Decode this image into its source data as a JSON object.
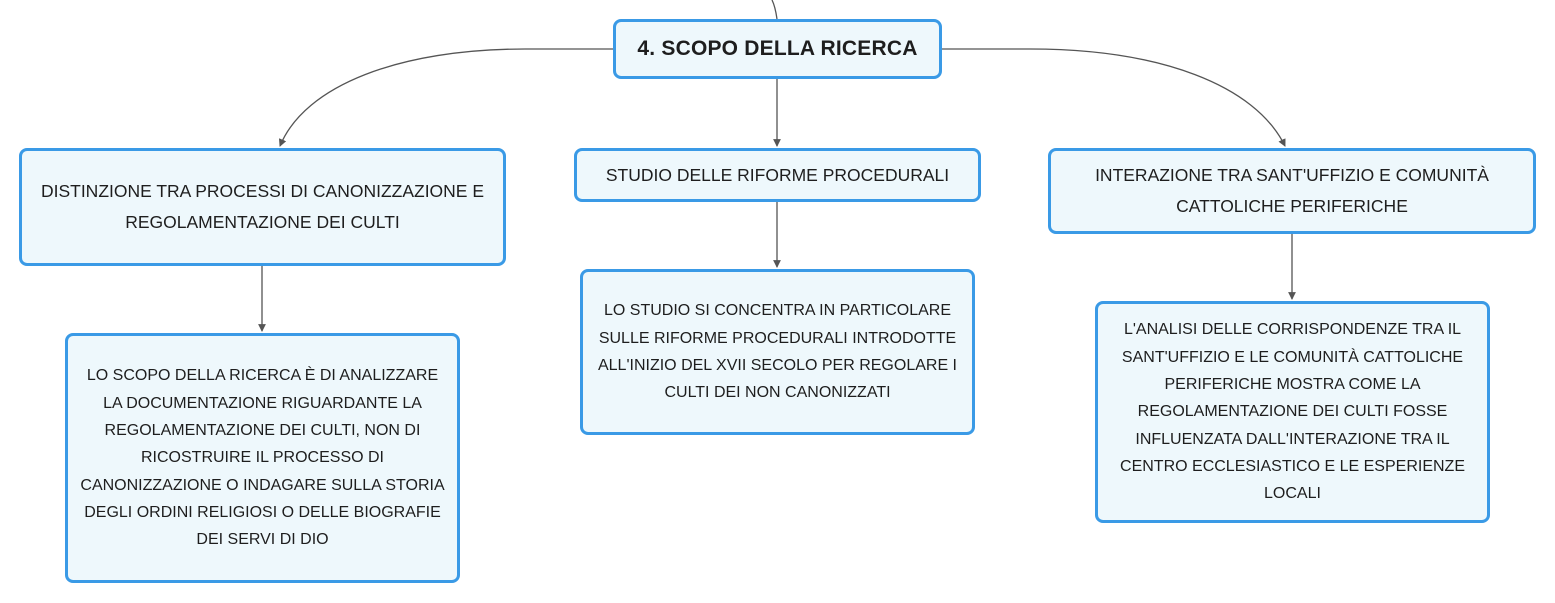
{
  "mindmap": {
    "root": {
      "label": "4. SCOPO DELLA RICERCA"
    },
    "topics": [
      {
        "label": "DISTINZIONE TRA PROCESSI DI CANONIZZAZIONE E REGOLAMENTAZIONE DEI CULTI",
        "detail": "LO SCOPO DELLA RICERCA È DI ANALIZZARE LA DOCUMENTAZIONE RIGUARDANTE LA REGOLAMENTAZIONE DEI CULTI, NON DI RICOSTRUIRE IL PROCESSO DI CANONIZZAZIONE O INDAGARE SULLA STORIA DEGLI ORDINI RELIGIOSI O DELLE BIOGRAFIE DEI SERVI DI DIO"
      },
      {
        "label": "STUDIO DELLE RIFORME PROCEDURALI",
        "detail": "LO STUDIO SI CONCENTRA IN PARTICOLARE SULLE RIFORME PROCEDURALI INTRODOTTE ALL'INIZIO DEL XVII SECOLO PER REGOLARE I CULTI DEI NON CANONIZZATI"
      },
      {
        "label": "INTERAZIONE TRA SANT'UFFIZIO E COMUNITÀ CATTOLICHE PERIFERICHE",
        "detail": "L'ANALISI DELLE CORRISPONDENZE TRA IL SANT'UFFIZIO E LE COMUNITÀ CATTOLICHE PERIFERICHE MOSTRA COME LA REGOLAMENTAZIONE DEI CULTI FOSSE INFLUENZATA DALL'INTERAZIONE TRA IL CENTRO ECCLESIASTICO E LE ESPERIENZE LOCALI"
      }
    ]
  },
  "colors": {
    "node_border": "#3a9ae6",
    "node_fill": "#eef8fc",
    "connector": "#555555",
    "text": "#1e1e1e"
  }
}
